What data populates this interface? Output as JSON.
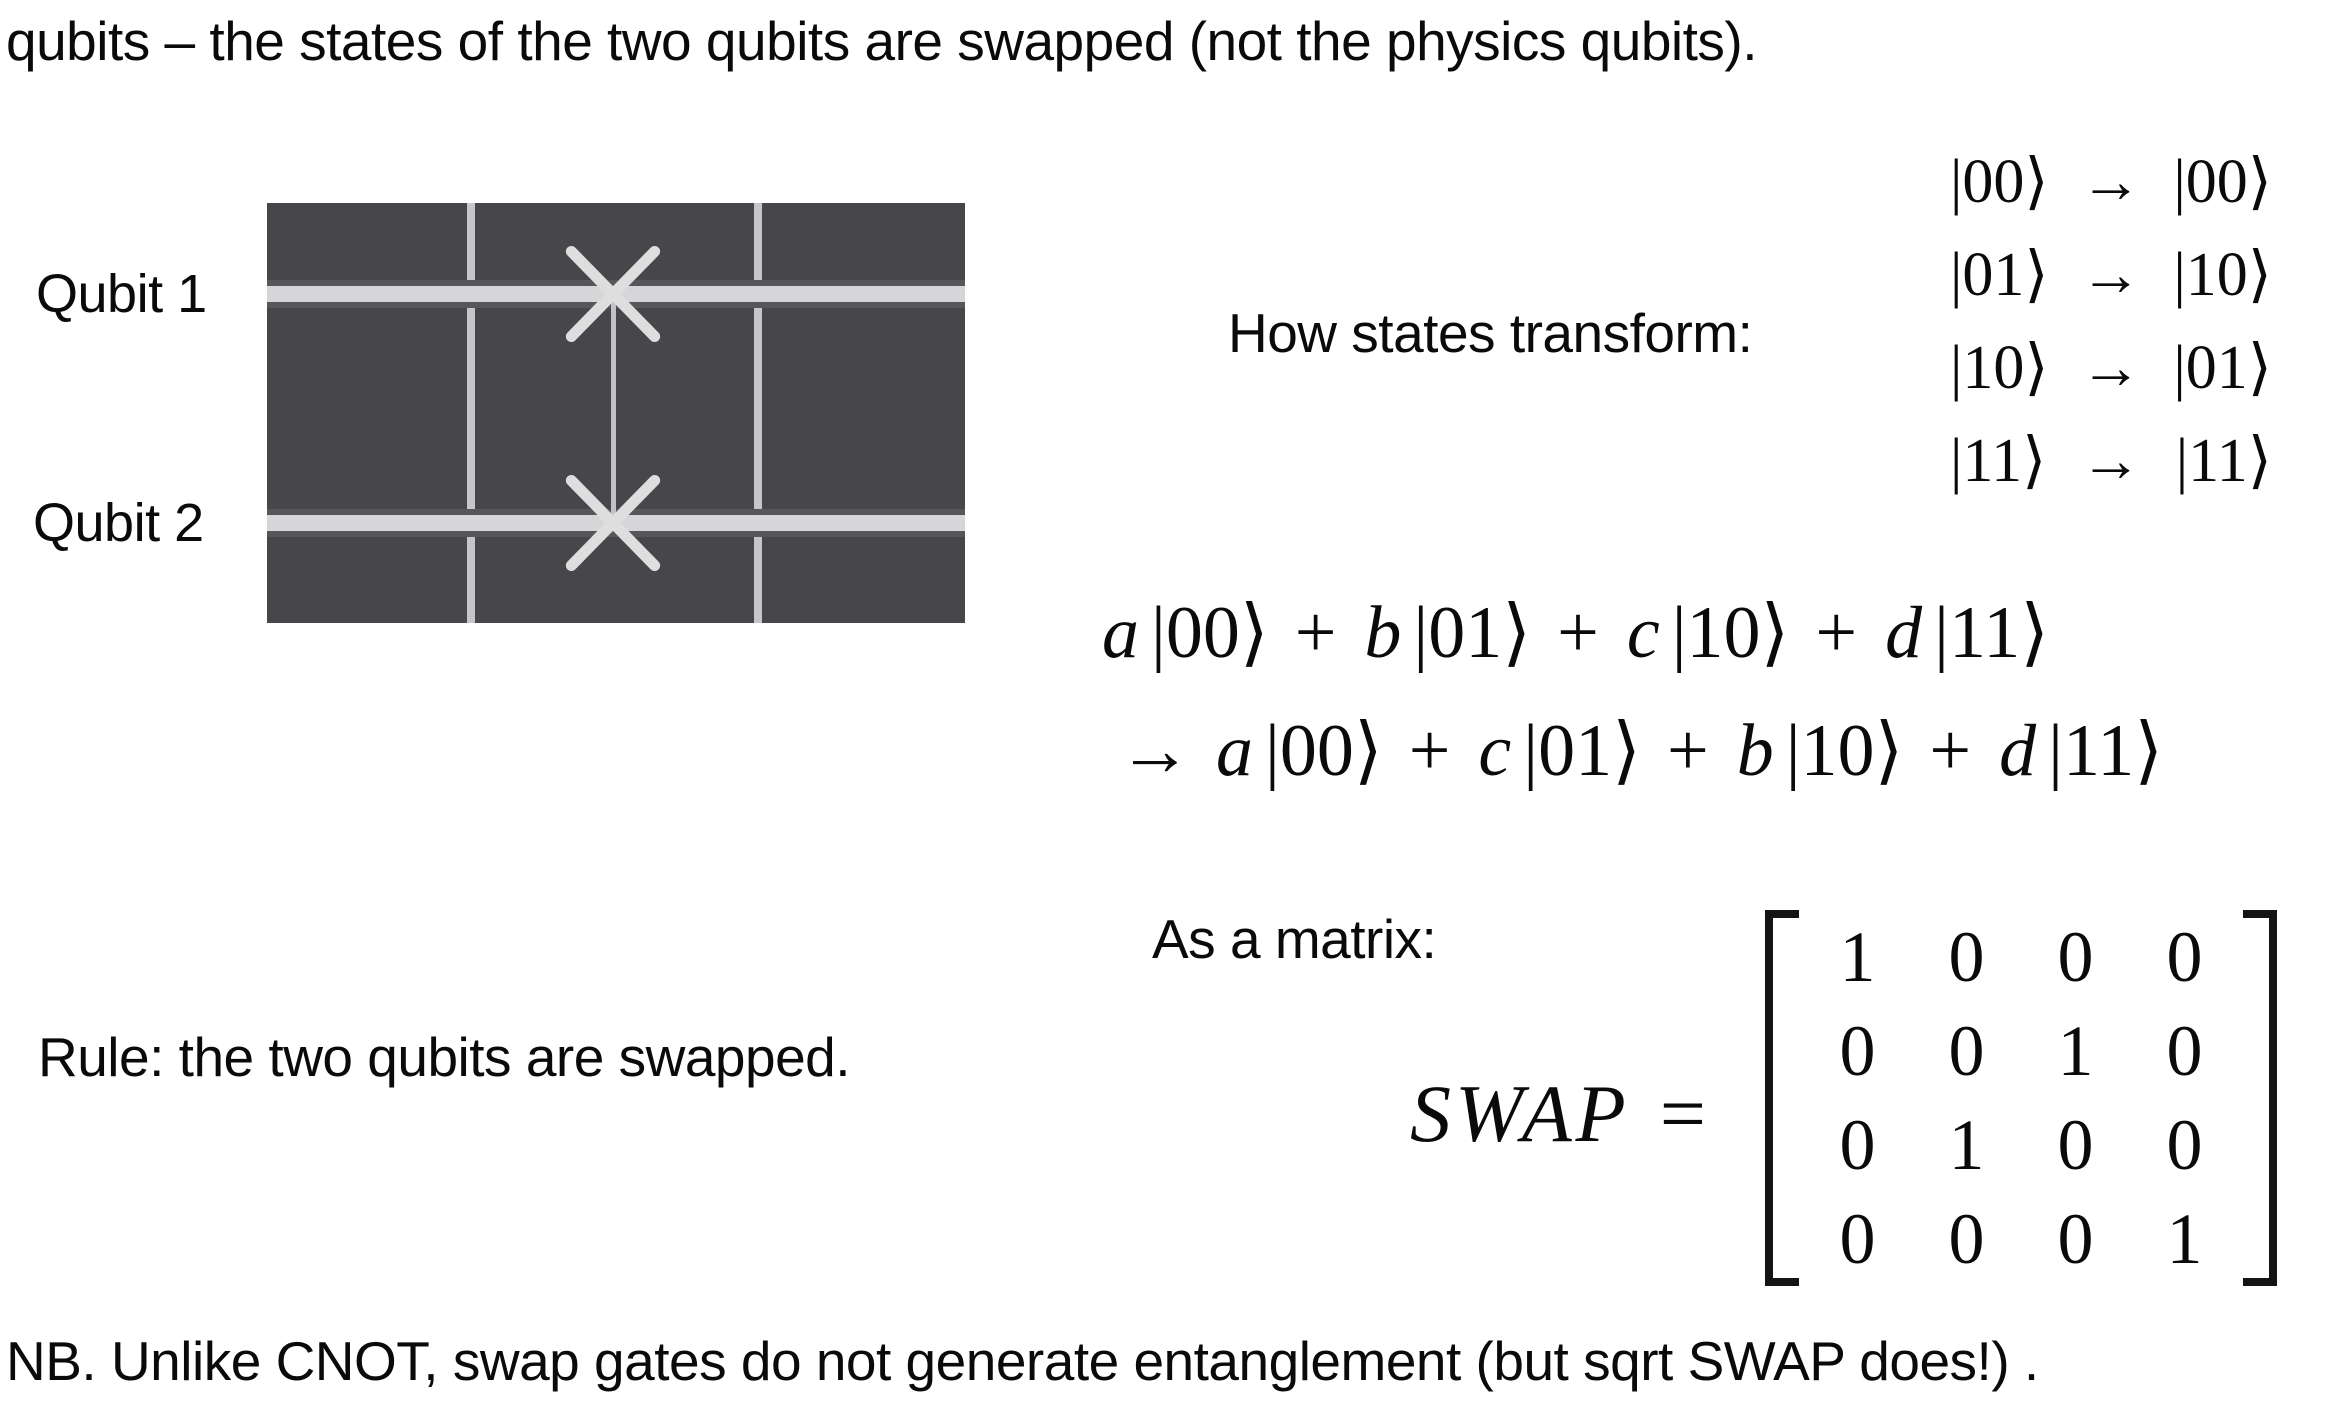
{
  "page": {
    "title_line": "qubits – the states of the two qubits are swapped (not the physics qubits).",
    "rule_line": "Rule: the two qubits are swapped.",
    "footnote": "NB. Unlike CNOT, swap gates do not generate entanglement (but sqrt SWAP does!) ."
  },
  "circuit": {
    "qubit1_label": "Qubit 1",
    "qubit2_label": "Qubit 2",
    "colors": {
      "panel_bg": "#47474b",
      "wire": "#d6d6d8",
      "wire_halo": "#57575b",
      "divider": "#c6c6c8",
      "swap_x": "#dedede",
      "connector": "#c2c2c4"
    }
  },
  "transforms": {
    "heading": "How states transform:",
    "rows": [
      {
        "from": "|00⟩",
        "arrow": "→",
        "to": "|00⟩"
      },
      {
        "from": "|01⟩",
        "arrow": "→",
        "to": "|10⟩"
      },
      {
        "from": "|10⟩",
        "arrow": "→",
        "to": "|01⟩"
      },
      {
        "from": "|11⟩",
        "arrow": "→",
        "to": "|11⟩"
      }
    ]
  },
  "superposition": {
    "line1": [
      {
        "text": "a",
        "kind": "var"
      },
      {
        "text": "|00⟩",
        "kind": "ket"
      },
      {
        "text": "+",
        "kind": "op"
      },
      {
        "text": "b",
        "kind": "var"
      },
      {
        "text": "|01⟩",
        "kind": "ket"
      },
      {
        "text": "+",
        "kind": "op"
      },
      {
        "text": "c",
        "kind": "var"
      },
      {
        "text": "|10⟩",
        "kind": "ket"
      },
      {
        "text": "+",
        "kind": "op"
      },
      {
        "text": "d",
        "kind": "var"
      },
      {
        "text": "|11⟩",
        "kind": "ket"
      }
    ],
    "line2": [
      {
        "text": "→",
        "kind": "arrow"
      },
      {
        "text": "a",
        "kind": "var"
      },
      {
        "text": "|00⟩",
        "kind": "ket"
      },
      {
        "text": "+",
        "kind": "op"
      },
      {
        "text": "c",
        "kind": "var"
      },
      {
        "text": "|01⟩",
        "kind": "ket"
      },
      {
        "text": "+",
        "kind": "op"
      },
      {
        "text": "b",
        "kind": "var"
      },
      {
        "text": "|10⟩",
        "kind": "ket"
      },
      {
        "text": "+",
        "kind": "op"
      },
      {
        "text": "d",
        "kind": "var"
      },
      {
        "text": "|11⟩",
        "kind": "ket"
      }
    ]
  },
  "matrix_section": {
    "heading": "As a matrix:",
    "lhs": "SWAP",
    "equals": "=",
    "rows": [
      [
        "1",
        "0",
        "0",
        "0"
      ],
      [
        "0",
        "0",
        "1",
        "0"
      ],
      [
        "0",
        "1",
        "0",
        "0"
      ],
      [
        "0",
        "0",
        "0",
        "1"
      ]
    ]
  }
}
